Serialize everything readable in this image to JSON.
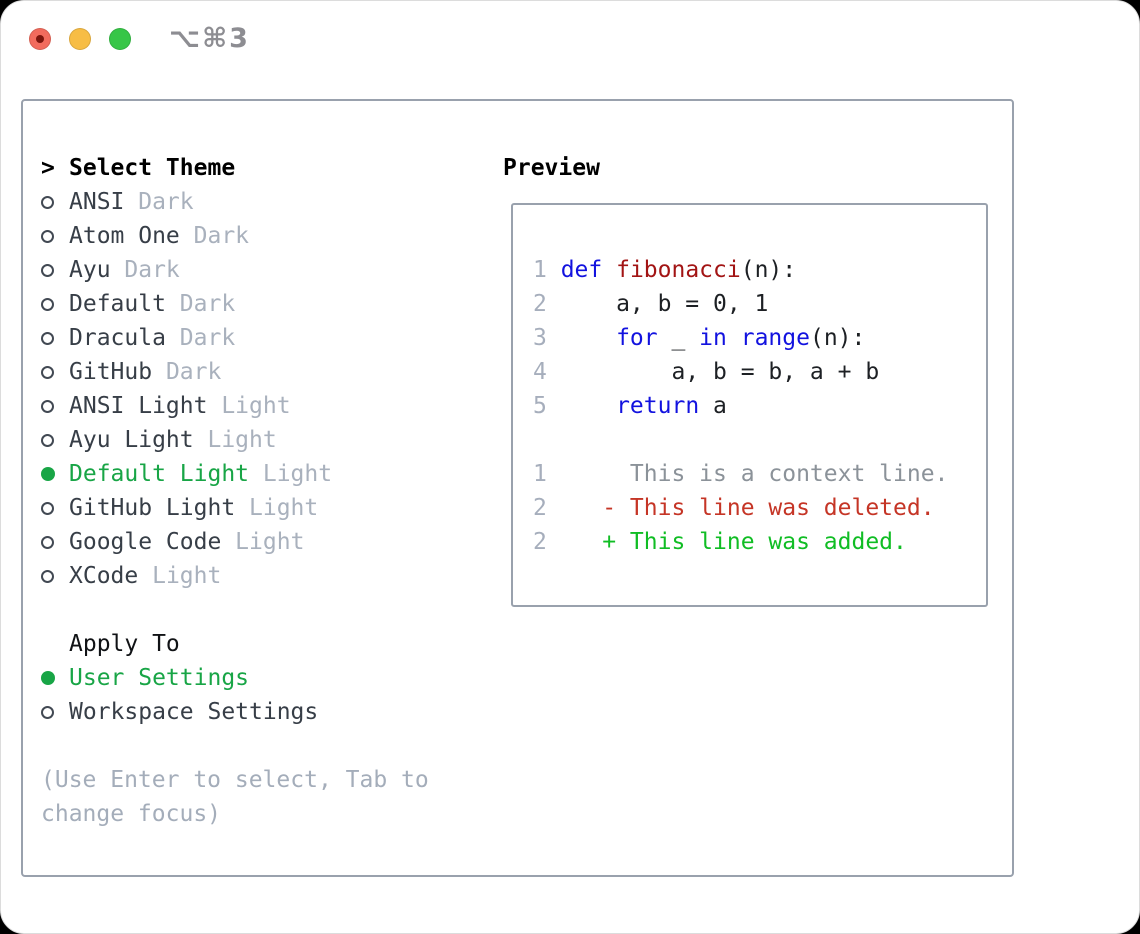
{
  "window": {
    "title": "⌥⌘3"
  },
  "left": {
    "caret": ">",
    "select_theme_title": "Select Theme",
    "themes": [
      {
        "name": "ANSI",
        "tag": "Dark",
        "selected": false
      },
      {
        "name": "Atom One",
        "tag": "Dark",
        "selected": false
      },
      {
        "name": "Ayu",
        "tag": "Dark",
        "selected": false
      },
      {
        "name": "Default",
        "tag": "Dark",
        "selected": false
      },
      {
        "name": "Dracula",
        "tag": "Dark",
        "selected": false
      },
      {
        "name": "GitHub",
        "tag": "Dark",
        "selected": false
      },
      {
        "name": "ANSI Light",
        "tag": "Light",
        "selected": false
      },
      {
        "name": "Ayu Light",
        "tag": "Light",
        "selected": false
      },
      {
        "name": "Default Light",
        "tag": "Light",
        "selected": true
      },
      {
        "name": "GitHub Light",
        "tag": "Light",
        "selected": false
      },
      {
        "name": "Google Code",
        "tag": "Light",
        "selected": false
      },
      {
        "name": "XCode",
        "tag": "Light",
        "selected": false
      }
    ],
    "apply_title": "Apply To",
    "apply_options": [
      {
        "name": "User Settings",
        "selected": true
      },
      {
        "name": "Workspace Settings",
        "selected": false
      }
    ],
    "hint": "(Use Enter to select, Tab to change focus)"
  },
  "preview": {
    "title": "Preview",
    "lines": [
      {
        "num": "1",
        "parts": [
          [
            "keyword",
            "def"
          ],
          [
            "plain",
            " "
          ],
          [
            "function",
            "fibonacci"
          ],
          [
            "plain",
            "(n):"
          ]
        ]
      },
      {
        "num": "2",
        "parts": [
          [
            "plain",
            "    a, b = 0, 1"
          ]
        ]
      },
      {
        "num": "3",
        "parts": [
          [
            "plain",
            "    "
          ],
          [
            "keyword",
            "for"
          ],
          [
            "plain",
            " _ "
          ],
          [
            "keyword",
            "in"
          ],
          [
            "plain",
            " "
          ],
          [
            "keyword",
            "range"
          ],
          [
            "plain",
            "(n):"
          ]
        ]
      },
      {
        "num": "4",
        "parts": [
          [
            "plain",
            "        a, b = b, a + b"
          ]
        ]
      },
      {
        "num": "5",
        "parts": [
          [
            "plain",
            "    "
          ],
          [
            "keyword",
            "return"
          ],
          [
            "plain",
            " a"
          ]
        ]
      },
      {
        "num": "",
        "parts": []
      },
      {
        "num": "1",
        "parts": [
          [
            "context",
            "     This is a context line."
          ]
        ]
      },
      {
        "num": "2",
        "parts": [
          [
            "deleted",
            "   - This line was deleted."
          ]
        ]
      },
      {
        "num": "2",
        "parts": [
          [
            "added",
            "   + This line was added."
          ]
        ]
      }
    ]
  },
  "colors": {
    "accent_green": "#18a546",
    "diff_green": "#10bd24",
    "diff_red": "#c53526",
    "keyword_blue": "#1212df",
    "function_red": "#a21414",
    "context_gray": "#8b9299",
    "lineno_gray": "#a6aebc",
    "border_gray": "#99a1ad",
    "text_dark": "#373e47",
    "muted_gray": "#a9b1bd",
    "traffic_red": "#f26b5d",
    "traffic_red_dot": "#7c150d",
    "traffic_yellow": "#f7bd45",
    "traffic_green": "#37c647"
  }
}
